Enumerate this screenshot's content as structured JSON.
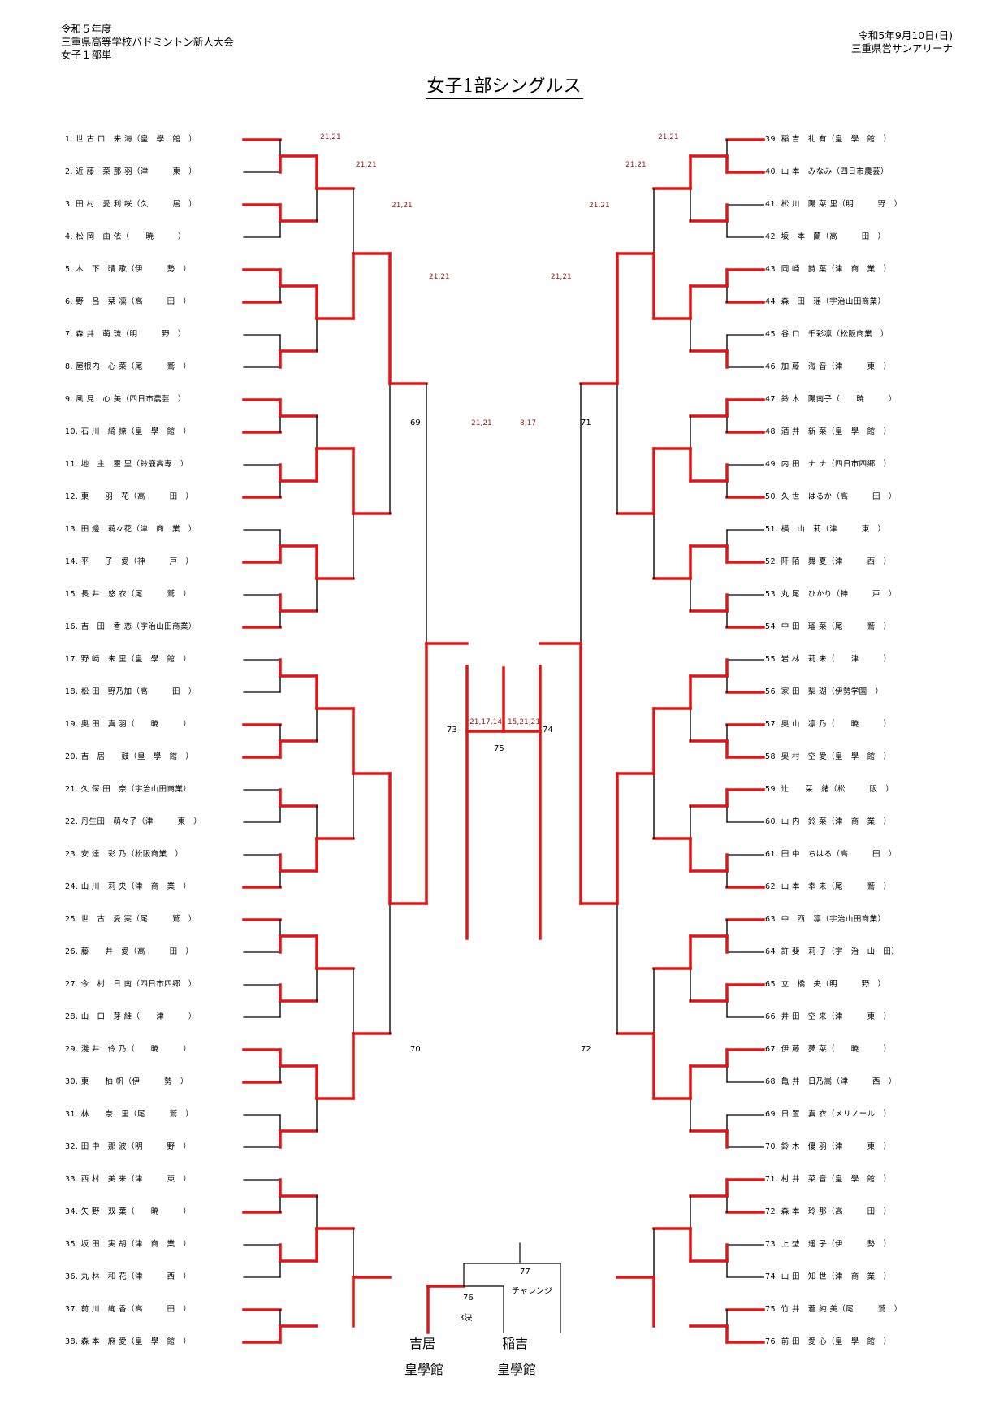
{
  "header": {
    "left": [
      "令和５年度",
      "三重県高等学校バドミントン新人大会",
      "女子１部単"
    ],
    "right": [
      "令和5年9月10日(日)",
      "三重県営サンアリーナ"
    ]
  },
  "title": "女子1部シングルス",
  "left_players": [
    "1. 世 古 口　来 海（皇　學　館　）",
    "2. 近 藤　菜 那 羽（津　　　東　）",
    "3. 田 村　愛 利 咲（久　　　居　）",
    "4. 松 岡　由 依（　　暁　　　）",
    "5. 木　下　晴 歌（伊　　　勢　）",
    "6. 野　呂　栞 凛（高　　　田　）",
    "7. 森 井　萌 琉（明　　　野　）",
    "8. 屋根内　心 菜（尾　　　鷲　）",
    "9. 風 見　心 美（四日市農芸　）",
    "10. 石 川　綺 捺（皇　學　館　）",
    "11. 地　主　璽 里（鈴鹿高専　）",
    "12. 東　　羽　花（高　　　田　）",
    "13. 田 邊　萌々花（津　商　業　）",
    "14. 平　　子　愛（神　　　戸　）",
    "15. 長 井　悠 衣（尾　　　鷲　）",
    "16. 吉　田　香 恋（宇治山田商業）",
    "17. 野 崎　朱 里（皇　學　館　）",
    "18. 松 田　野乃加（高　　　田　）",
    "19. 奥 田　真 羽（　　暁　　　）",
    "20. 吉　居　　鼓（皇　學　館　）",
    "21. 久 保 田　奈（宇治山田商業）",
    "22. 丹生田　萌々子（津　　　東　）",
    "23. 安 達　彩 乃（松阪商業　）",
    "24. 山 川　莉 央（津　商　業　）",
    "25. 世　古　愛 実（尾　　　鷲　）",
    "26. 藤　　井　愛（高　　　田　）",
    "27. 今　村　日 南（四日市四郷　）",
    "28. 山　口　芽 維（　　津　　　）",
    "29. 淺 井　伶 乃（　　暁　　　）",
    "30. 東　　柚 帆（伊　　　勢　）",
    "31. 林　　奈　里（尾　　　鷲　）",
    "32. 田 中　那 波（明　　　野　）",
    "33. 西 村　美 来（津　　　東　）",
    "34. 矢 野　双 葉（　　暁　　　）",
    "35. 坂 田　実 胡（津　商　業　）",
    "36. 丸 林　和 花（津　　　西　）",
    "37. 前 川　絢 香（高　　　田　）",
    "38. 森 本　麻 愛（皇　學　館　）"
  ],
  "right_players": [
    "39. 稲 吉　礼 有（皇　學　館　）",
    "40. 山 本　みなみ（四日市農芸）",
    "41. 松 川　陽 菜 里（明　　　野　）",
    "42. 坂　本　蘭（高　　　田　）",
    "43. 岡 崎　詩 葉（津　商　業　）",
    "44. 森　田　瑶（宇治山田商業）",
    "45. 谷 口　千彩凛（松阪商業　）",
    "46. 加 藤　海 音（津　　　東　）",
    "47. 鈴 木　陽南子（　　暁　　　）",
    "48. 酒 井　新 菜（皇　學　館　）",
    "49. 内 田　ナ ナ（四日市四郷　）",
    "50. 久 世　はるか（高　　　田　）",
    "51. 横　山　莉（津　　　東　）",
    "52. 阡 陌　舞 夏（津　　　西　）",
    "53. 丸 尾　ひかり（神　　　戸　）",
    "54. 中 田　瑠 菜（尾　　　鷲　）",
    "55. 岩 林　莉 未（　　津　　　）",
    "56. 家 田　梨 瑚（伊勢学園　）",
    "57. 奥 山　凛 乃（　　暁　　　）",
    "58. 奥 村　空 愛（皇　學　館　）",
    "59. 辻　　栞　緒（松　　　阪　）",
    "60. 山 内　鈴 菜（津　商　業　）",
    "61. 田 中　ちはる（高　　　田　）",
    "62. 山 本　幸 未（尾　　　鷲　）",
    "63. 中　西　凛（宇治山田商業）",
    "64. 許 斐　莉 子（宇　治　山　田）",
    "65. 立　橋　央（明　　　野　）",
    "66. 井 田　空 来（津　　　東　）",
    "67. 伊 藤　夢 菜（　　暁　　　）",
    "68. 亀 井　日乃嵩（津　　　西　）",
    "69. 日 置　真 衣（メリノール　）",
    "70. 鈴 木　優 羽（津　　　東　）",
    "71. 村 井　菜 音（皇　學　館　）",
    "72. 森 本　玲 那（高　　　田　）",
    "73. 上 埜　遥 子（伊　　　勢　）",
    "74. 山 田　知 世（津　商　業　）",
    "75. 竹 井　蒼 純 美（尾　　　鷲　）",
    "76. 前 田　愛 心（皇　學　館　）"
  ],
  "finals": {
    "third_place_label": "3決",
    "challenge_label": "チャレンジ",
    "left_name": "吉居",
    "left_school": "皇學館",
    "right_name": "稲吉",
    "right_school": "皇學館"
  },
  "colors": {
    "winner_line": "#e01515",
    "score_text": "#9b1b1b",
    "line": "#000000"
  }
}
